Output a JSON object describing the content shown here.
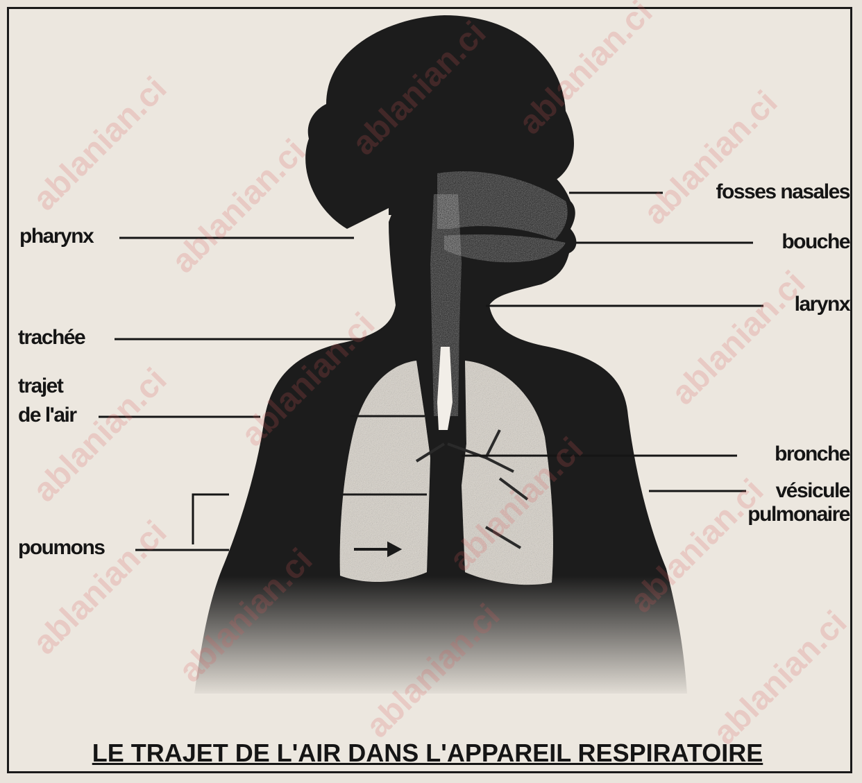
{
  "diagram": {
    "title": "LE TRAJET DE L'AIR DANS L'APPAREIL RESPIRATOIRE",
    "labels_left": {
      "pharynx": "pharynx",
      "trachee": "trachée",
      "trajet_line1": "trajet",
      "trajet_line2": "de l'air",
      "poumons": "poumons"
    },
    "labels_right": {
      "fosses_nasales": "fosses nasales",
      "bouche": "bouche",
      "larynx": "larynx",
      "bronche": "bronche",
      "vesicule_line1": "vésicule",
      "vesicule_line2": "pulmonaire"
    },
    "watermark": "ablanian.ci"
  },
  "colors": {
    "silhouette": "#1c1c1c",
    "paper": "#ece7df",
    "lung_fill": "#d8d2c8",
    "watermark": "#dc5a5a"
  }
}
